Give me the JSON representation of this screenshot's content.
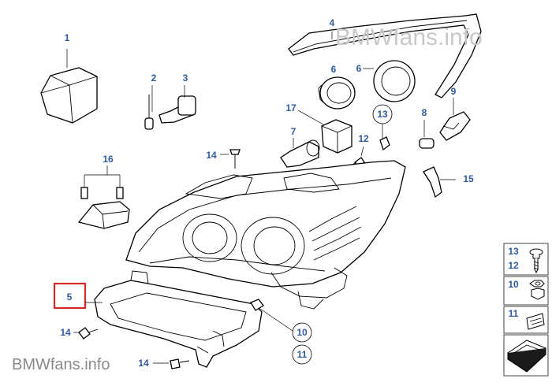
{
  "watermark": {
    "top": "BMWfans.info",
    "bottom": "BMWfans.info"
  },
  "callouts": {
    "c1": "1",
    "c2": "2",
    "c3": "3",
    "c4": "4",
    "c5": "5",
    "c6a": "6",
    "c6b": "6",
    "c7": "7",
    "c8": "8",
    "c9": "9",
    "c10": "10",
    "c11": "11",
    "c12": "12",
    "c13": "13",
    "c14a": "14",
    "c14b": "14",
    "c14c": "14",
    "c15": "15",
    "c16": "16",
    "c17": "17"
  },
  "sidebar": {
    "panel1": {
      "top": "13",
      "bottom": "12"
    },
    "panel2": {
      "label": "10"
    },
    "panel3": {
      "label": "11"
    }
  },
  "colors": {
    "callout": "#2f5a9e",
    "highlight": "#d22a2a",
    "line": "#000000"
  }
}
